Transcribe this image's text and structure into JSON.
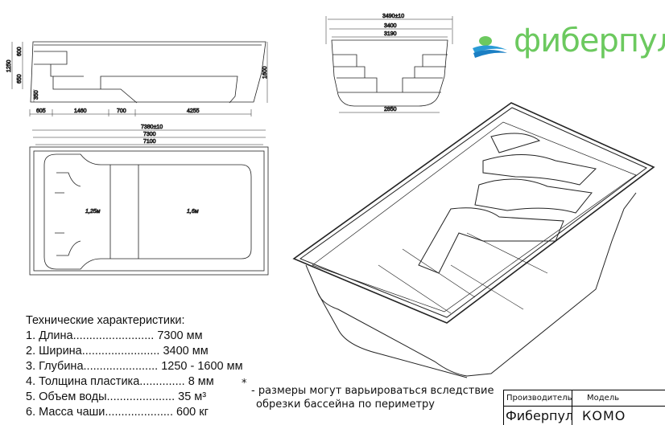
{
  "logo": {
    "text": "фиберпулс"
  },
  "side_view": {
    "dims_vertical": [
      "1250",
      "600",
      "650",
      "350",
      "1600"
    ],
    "dims_horizontal": [
      "605",
      "1460",
      "700",
      "4255"
    ]
  },
  "top_view": {
    "dims": [
      "7380±10",
      "7300",
      "7100"
    ],
    "depth_labels": [
      "1,25м",
      "1,6м"
    ]
  },
  "end_view": {
    "dims": [
      "3490±10",
      "3400",
      "3190",
      "2850"
    ]
  },
  "specs": {
    "title": "Технические характеристики:",
    "items": [
      "1. Длина......................... 7300 мм",
      "2. Ширина........................ 3400 мм",
      "3. Глубина....................... 1250 - 1600 мм",
      "4. Толщина пластика.............. 8 мм",
      "5. Объем воды..................... 35 м³",
      "6. Масса чаши..................... 600 кг"
    ]
  },
  "note": {
    "star": "*",
    "line1": "- размеры могут варьироваться вследствие",
    "line2": "обрезки бассейна по периметру"
  },
  "title_block": {
    "h1": "Производитель",
    "h2": "Модель",
    "v1": "Фиберпул",
    "v2": "КОМО"
  }
}
